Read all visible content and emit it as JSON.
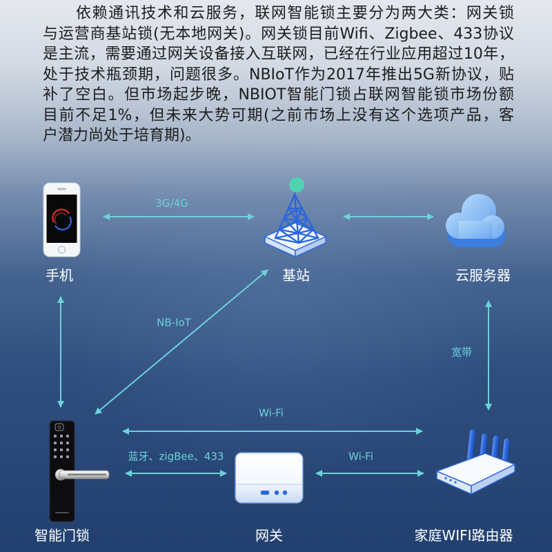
{
  "intro": {
    "lines": [
      "依赖通讯技术和云服务，联网智能锁主要分为两大类：网关锁",
      "与运营商基站锁(无本地网关)。网关锁目前Wifi、Zigbee、433协议",
      "是主流，需要通过网关设备接入互联网，已经在行业应用超过10年，",
      "处于技术瓶颈期，问题很多。NBIoT作为2017年推出5G新协议，贴",
      "补了空白。但市场起步晚，NBIOT智能门锁占联网智能锁市场份额",
      "目前不足1%，但未来大势可期(之前市场上没有这个选项产品，客",
      "户潜力尚处于培育期)。"
    ]
  },
  "nodes": {
    "phone": {
      "label": "手机",
      "icon": "smartphone-icon"
    },
    "base_station": {
      "label": "基站",
      "icon": "cell-tower-icon"
    },
    "cloud_server": {
      "label": "云服务器",
      "icon": "cloud-icon"
    },
    "smart_lock": {
      "label": "智能门锁",
      "icon": "door-lock-icon"
    },
    "gateway": {
      "label": "网关",
      "icon": "gateway-box-icon"
    },
    "router": {
      "label": "家庭WIFI路由器",
      "icon": "wifi-router-icon"
    }
  },
  "links": {
    "phone_base": "3G/4G",
    "lock_base": "NB-IoT",
    "cloud_router": "宽带",
    "lock_router": "Wi-Fi",
    "lock_gateway": "蓝牙、zigBee、433",
    "gateway_router": "Wi-Fi"
  },
  "colors": {
    "link": "#6dd2d9",
    "node_label": "#ffffff",
    "intro_text": "#1c1c1c",
    "icon_blue": "#2b66dc",
    "beacon": "#4fd2b3"
  }
}
